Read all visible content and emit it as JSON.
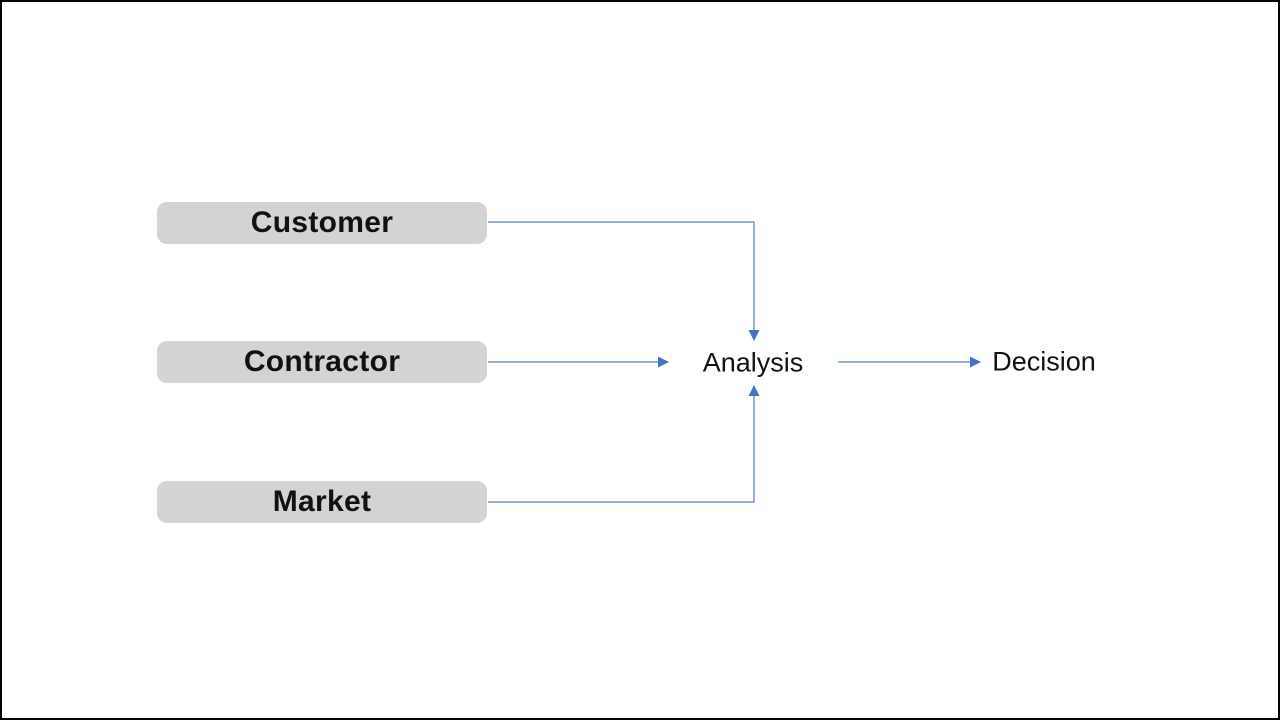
{
  "diagram": {
    "nodes": {
      "sources": [
        {
          "id": "customer",
          "label": "Customer"
        },
        {
          "id": "contractor",
          "label": "Contractor"
        },
        {
          "id": "market",
          "label": "Market"
        }
      ],
      "process": {
        "id": "analysis",
        "label": "Analysis"
      },
      "output": {
        "id": "decision",
        "label": "Decision"
      }
    },
    "edges": [
      {
        "from": "Customer",
        "to": "Analysis"
      },
      {
        "from": "Contractor",
        "to": "Analysis"
      },
      {
        "from": "Market",
        "to": "Analysis"
      },
      {
        "from": "Analysis",
        "to": "Decision"
      }
    ],
    "colors": {
      "node_fill": "#d3d3d3",
      "node_text": "#111111",
      "connector_line": "#7596c8",
      "connector_arrow": "#4472c4",
      "background": "#ffffff",
      "frame_border": "#000000"
    }
  }
}
